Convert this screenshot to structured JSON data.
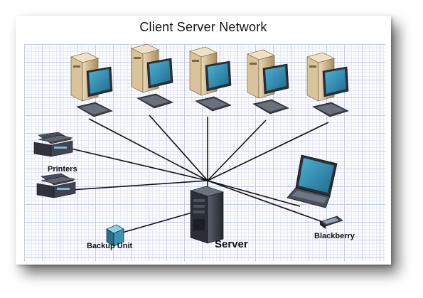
{
  "title": "Client Server Network",
  "labels": {
    "printers": "Printers",
    "backup": "Backup Unit",
    "server": "Server",
    "blackberry": "Blackberry"
  },
  "colors": {
    "line": "#111111",
    "screen": "#2e86a8",
    "case": "#cdb38a",
    "dark": "#3a3f4a"
  }
}
